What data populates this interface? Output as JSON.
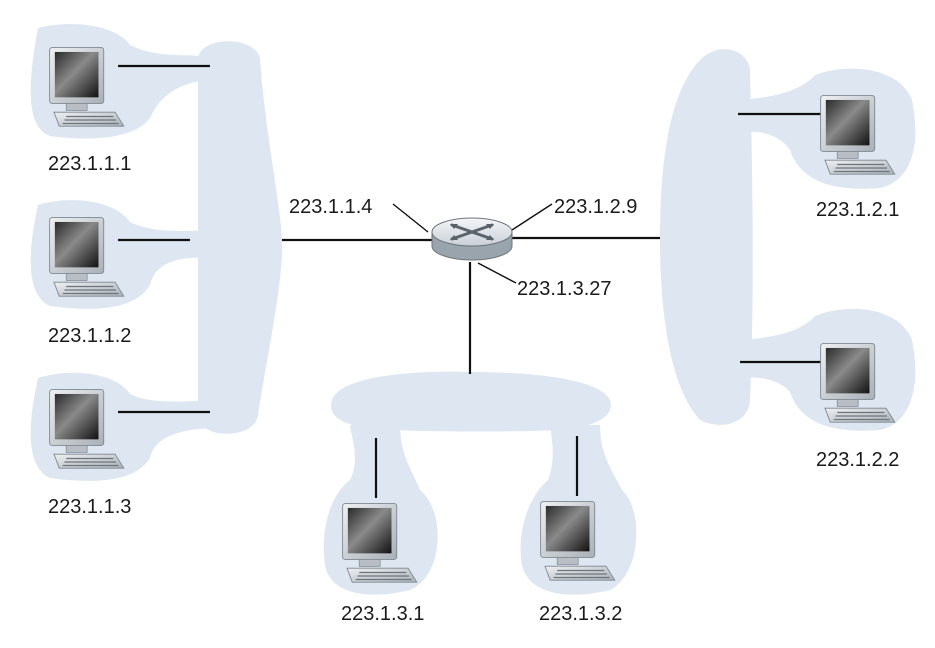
{
  "hosts": {
    "h111": "223.1.1.1",
    "h112": "223.1.1.2",
    "h113": "223.1.1.3",
    "h121": "223.1.2.1",
    "h122": "223.1.2.2",
    "h131": "223.1.3.1",
    "h132": "223.1.3.2"
  },
  "router": {
    "if1": "223.1.1.4",
    "if2": "223.1.2.9",
    "if3": "223.1.3.27"
  },
  "colors": {
    "subnet_fill": "#dde6f1",
    "router_top": "#e9edf1",
    "router_side": "#9aa4ad",
    "monitor_frame": "#c8cdd2"
  }
}
